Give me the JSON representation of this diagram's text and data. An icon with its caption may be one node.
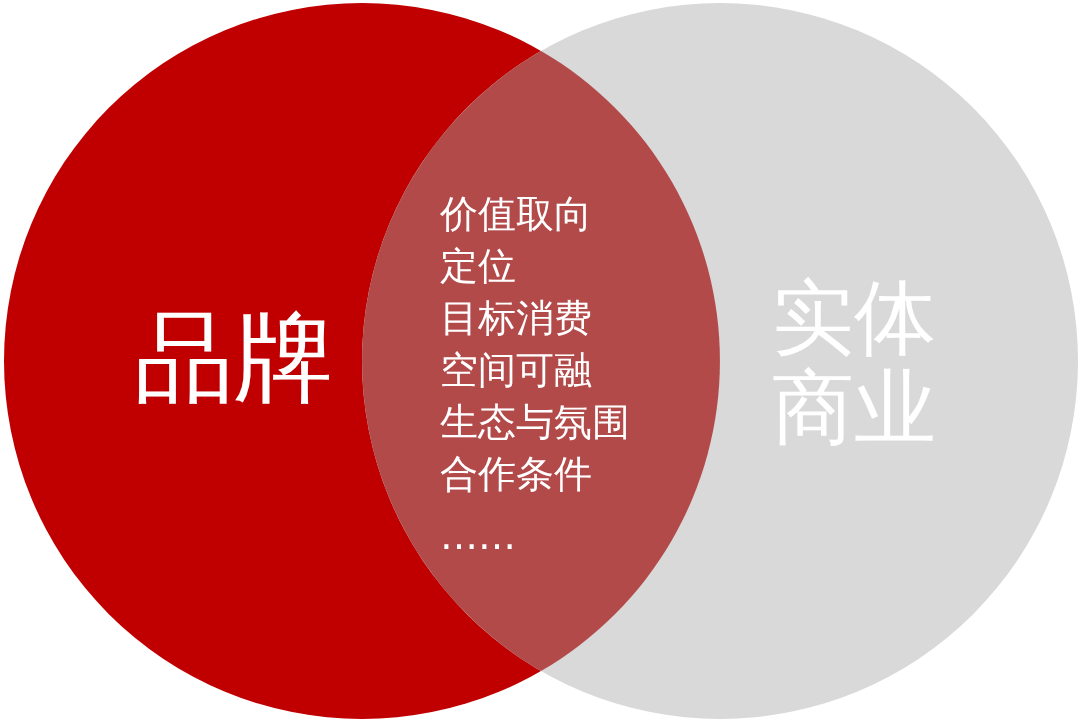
{
  "diagram": {
    "nodes": [
      {
        "text": [
          "品牌"
        ]
      },
      {
        "text": [
          "实体商业"
        ]
      }
    ],
    "labels": [
      "价值取向",
      "定位",
      "目标消费",
      "空间可融",
      "生态与氛围",
      "合作条件",
      "……"
    ]
  }
}
